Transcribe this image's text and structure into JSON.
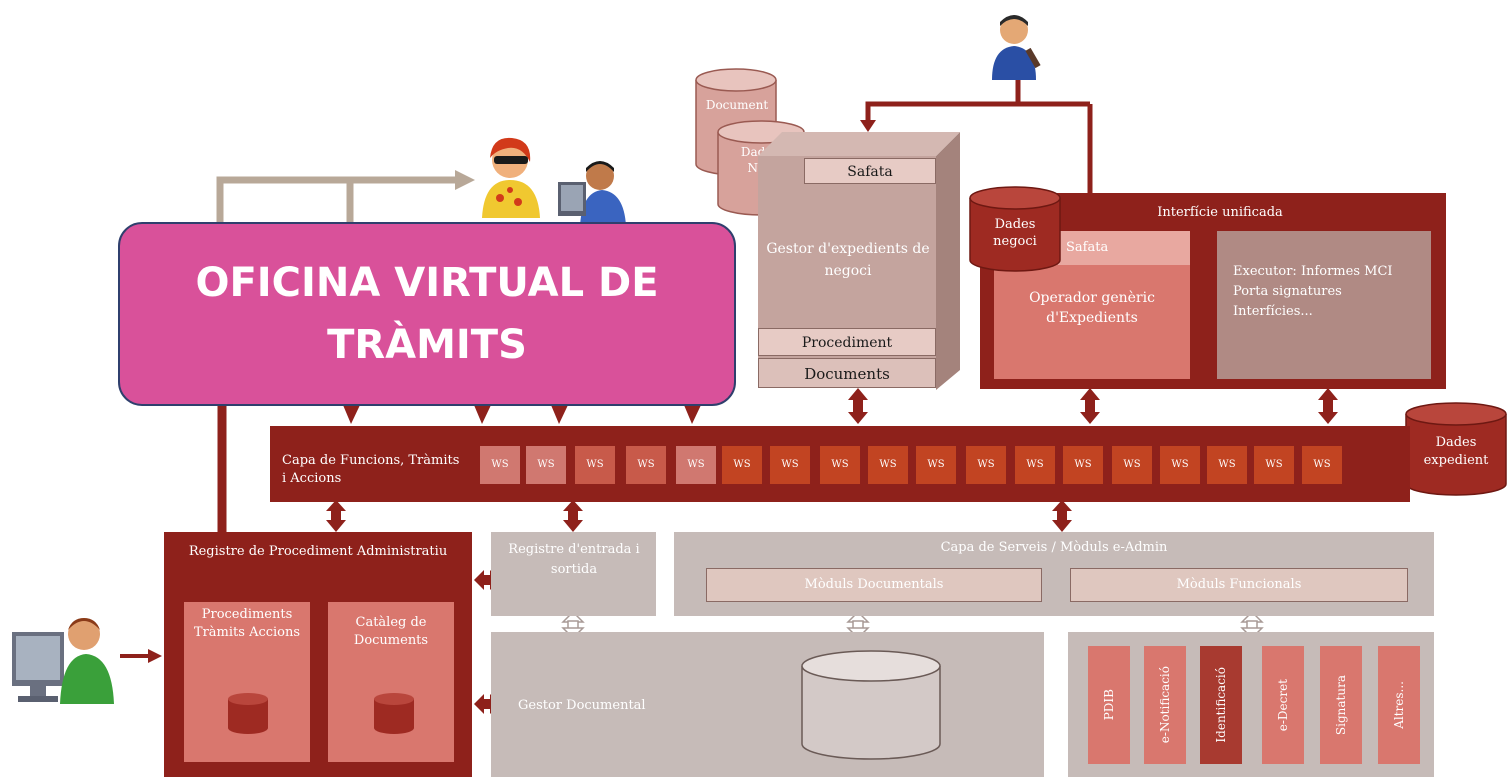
{
  "overlay": {
    "title": "OFICINA VIRTUAL DE TRÀMITS"
  },
  "cylinders": {
    "document": "Document",
    "dades_negoci_1": "Dades de Negoci",
    "dades_negoci_2": "Dades negoci",
    "dades_expedient": "Dades expedient"
  },
  "gestor": {
    "safata": "Safata",
    "title": "Gestor d'expedients de negoci",
    "procediment": "Procediment",
    "documents": "Documents"
  },
  "interficie": {
    "title": "Interfície unificada",
    "safata": "Safata",
    "operador": "Operador genèric d'Expedients",
    "executor": "Executor: Informes MCI Porta signatures Interfícies..."
  },
  "capa_funcions": {
    "label": "Capa de Funcions, Tràmits i Accions",
    "ws": [
      "WS",
      "WS",
      "WS",
      "WS",
      "WS",
      "WS",
      "WS",
      "WS",
      "WS",
      "WS",
      "WS",
      "WS",
      "WS",
      "WS",
      "WS",
      "WS",
      "WS",
      "WS"
    ]
  },
  "registre_proc": {
    "title": "Registre de Procediment Administratiu",
    "procediments": "Procediments Tràmits Accions",
    "cataleg": "Catàleg de Documents"
  },
  "registre_es": {
    "title": "Registre d'entrada i sortida"
  },
  "capa_serveis": {
    "title": "Capa de Serveis / Mòduls e-Admin",
    "documentals": "Mòduls Documentals",
    "funcionals": "Mòduls Funcionals"
  },
  "gestor_doc": {
    "title": "Gestor Documental"
  },
  "modules": [
    "PDIB",
    "e-Notificació",
    "Identificació",
    "e-Decret",
    "Signatura",
    "Altres..."
  ]
}
